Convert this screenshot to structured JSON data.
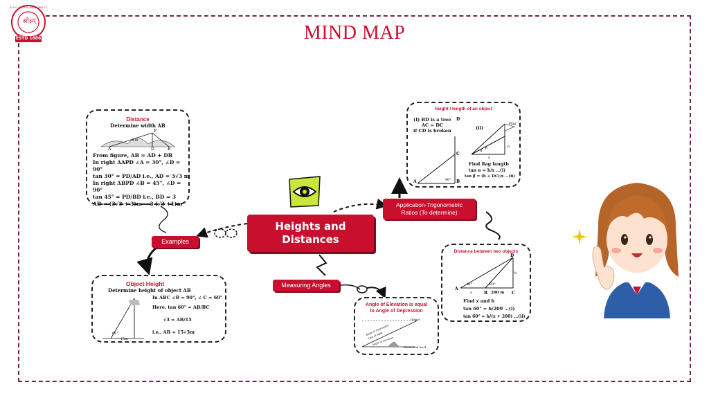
{
  "page": {
    "title": "MIND MAP"
  },
  "logo": {
    "top_text": "D.A.V. COLLEGE MANAGING COMMITTEE",
    "emblem": "ओ३म्",
    "estd": "ESTD 1886"
  },
  "center": {
    "line1": "Heights and",
    "line2": "Distances"
  },
  "tags": {
    "examples": "Examples",
    "application_line1": "Application-Trigonometric",
    "application_line2": "Ratios (To determine)",
    "measuring": "Measuring Angles"
  },
  "cards": {
    "distance": {
      "title": "Distance",
      "subtitle": "Determine width AB",
      "lines": [
        "From figure, AB = AD + DB",
        "In right ΔAPD ∠A = 30°, ∠D = 90°",
        "tan 30° = PD/AD  i.e., AD = 3√3 m",
        "In right ΔBPD ∠B = 45°, ∠D = 90°",
        "tan 45° = PD/BD  i.e., BD = 3",
        "AB = (3√3 + 3)m = 3 (√3 +1)m"
      ],
      "fig_labels": {
        "p": "P",
        "a": "A",
        "d": "D",
        "b": "B",
        "h": "3 m"
      }
    },
    "object_height": {
      "title": "Object Height",
      "subtitle": "Determine height of object AB",
      "lines": [
        "In  ABC ∠B = 90°, ∠ C = 60°",
        "Here, tan 60° = AB/BC",
        "√3 = AB/15",
        "i.e., AB = 15√3m"
      ],
      "fig_labels": {
        "angle": "60°",
        "base": "15m"
      }
    },
    "height_length": {
      "title": "height / length of an object",
      "lines_i": [
        "(I) BD is a tree",
        "AC = DC",
        "if CD is broken"
      ],
      "label_ii": "(ii)",
      "lines_ii": [
        "Find flag length",
        "tan α = h/x …(i)",
        "tan β = (h + DC)/x …(ii)"
      ],
      "fig_labels": {
        "d": "D",
        "c": "C",
        "a": "A",
        "b": "B",
        "angle": "90°",
        "flag": "Flag",
        "alpha": "α",
        "beta": "β",
        "x": "x",
        "h": "h"
      }
    },
    "two_objects": {
      "title": "Distance between two objects",
      "lines": [
        "Find x and h",
        "tan 60° = h/200 …(i)",
        "tan 60° = h/(x + 200) …(ii)"
      ],
      "fig_labels": {
        "d": "D",
        "a": "A",
        "b": "B",
        "c": "C",
        "a30": "30°",
        "a60": "60°",
        "x": "x",
        "dist": "200 m",
        "h": "h"
      }
    },
    "elevation": {
      "title_line1": "Angle of Elevation is equal",
      "title_line2": "to Angle of Depression",
      "fig_labels": {
        "object": "Object",
        "depression": "Angle of Depression",
        "sight": "Line of sight",
        "elevation": "Angle of elevation",
        "horizontal": "Horizontal level"
      }
    }
  },
  "colors": {
    "accent": "#c8102e",
    "frame": "#7a1f4a"
  },
  "icons": [
    "eye-icon",
    "girl-illustration",
    "sparkle-icon"
  ]
}
